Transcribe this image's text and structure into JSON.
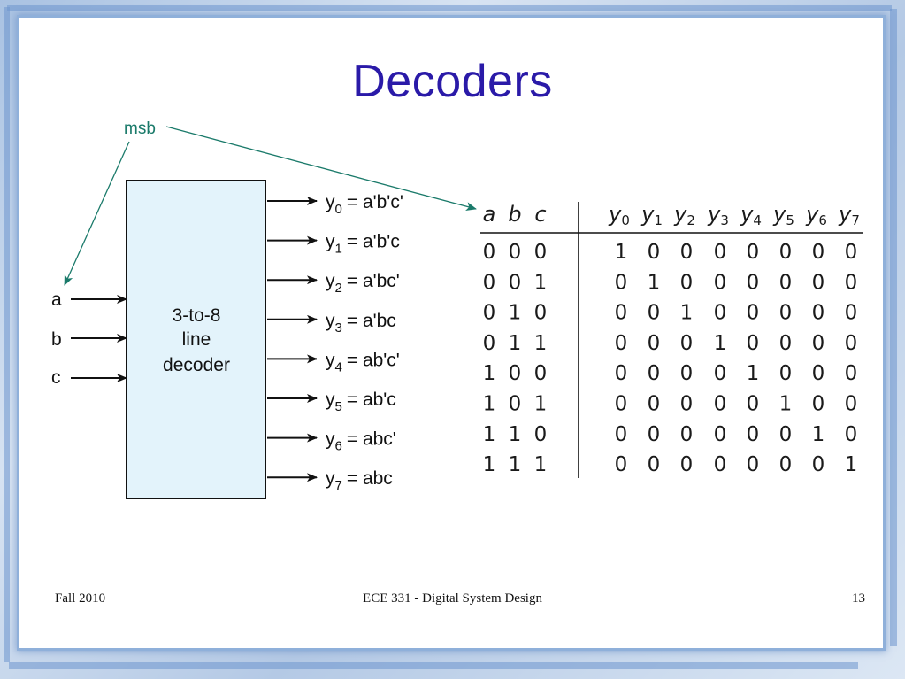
{
  "title": "Decoders",
  "annotation": "msb",
  "decoder_box": {
    "line1": "3-to-8",
    "line2": "line",
    "line3": "decoder"
  },
  "inputs": [
    "a",
    "b",
    "c"
  ],
  "outputs": [
    {
      "sub": "0",
      "expr": "= a'b'c'"
    },
    {
      "sub": "1",
      "expr": "= a'b'c"
    },
    {
      "sub": "2",
      "expr": "= a'bc'"
    },
    {
      "sub": "3",
      "expr": "= a'bc"
    },
    {
      "sub": "4",
      "expr": "= ab'c'"
    },
    {
      "sub": "5",
      "expr": "= ab'c"
    },
    {
      "sub": "6",
      "expr": "= abc'"
    },
    {
      "sub": "7",
      "expr": "= abc"
    }
  ],
  "output_symbol": "y",
  "truth_table": {
    "input_headers": [
      "a",
      "b",
      "c"
    ],
    "output_headers": [
      "0",
      "1",
      "2",
      "3",
      "4",
      "5",
      "6",
      "7"
    ],
    "rows": [
      {
        "in": [
          "0",
          "0",
          "0"
        ],
        "out": [
          "1",
          "0",
          "0",
          "0",
          "0",
          "0",
          "0",
          "0"
        ]
      },
      {
        "in": [
          "0",
          "0",
          "1"
        ],
        "out": [
          "0",
          "1",
          "0",
          "0",
          "0",
          "0",
          "0",
          "0"
        ]
      },
      {
        "in": [
          "0",
          "1",
          "0"
        ],
        "out": [
          "0",
          "0",
          "1",
          "0",
          "0",
          "0",
          "0",
          "0"
        ]
      },
      {
        "in": [
          "0",
          "1",
          "1"
        ],
        "out": [
          "0",
          "0",
          "0",
          "1",
          "0",
          "0",
          "0",
          "0"
        ]
      },
      {
        "in": [
          "1",
          "0",
          "0"
        ],
        "out": [
          "0",
          "0",
          "0",
          "0",
          "1",
          "0",
          "0",
          "0"
        ]
      },
      {
        "in": [
          "1",
          "0",
          "1"
        ],
        "out": [
          "0",
          "0",
          "0",
          "0",
          "0",
          "1",
          "0",
          "0"
        ]
      },
      {
        "in": [
          "1",
          "1",
          "0"
        ],
        "out": [
          "0",
          "0",
          "0",
          "0",
          "0",
          "0",
          "1",
          "0"
        ]
      },
      {
        "in": [
          "1",
          "1",
          "1"
        ],
        "out": [
          "0",
          "0",
          "0",
          "0",
          "0",
          "0",
          "0",
          "1"
        ]
      }
    ]
  },
  "footer": {
    "left": "Fall 2010",
    "center": "ECE 331 - Digital System Design",
    "right": "13"
  },
  "colors": {
    "title": "#2a1aa8",
    "annotation": "#1a7a6a",
    "decoder_fill": "#e3f3fb"
  }
}
